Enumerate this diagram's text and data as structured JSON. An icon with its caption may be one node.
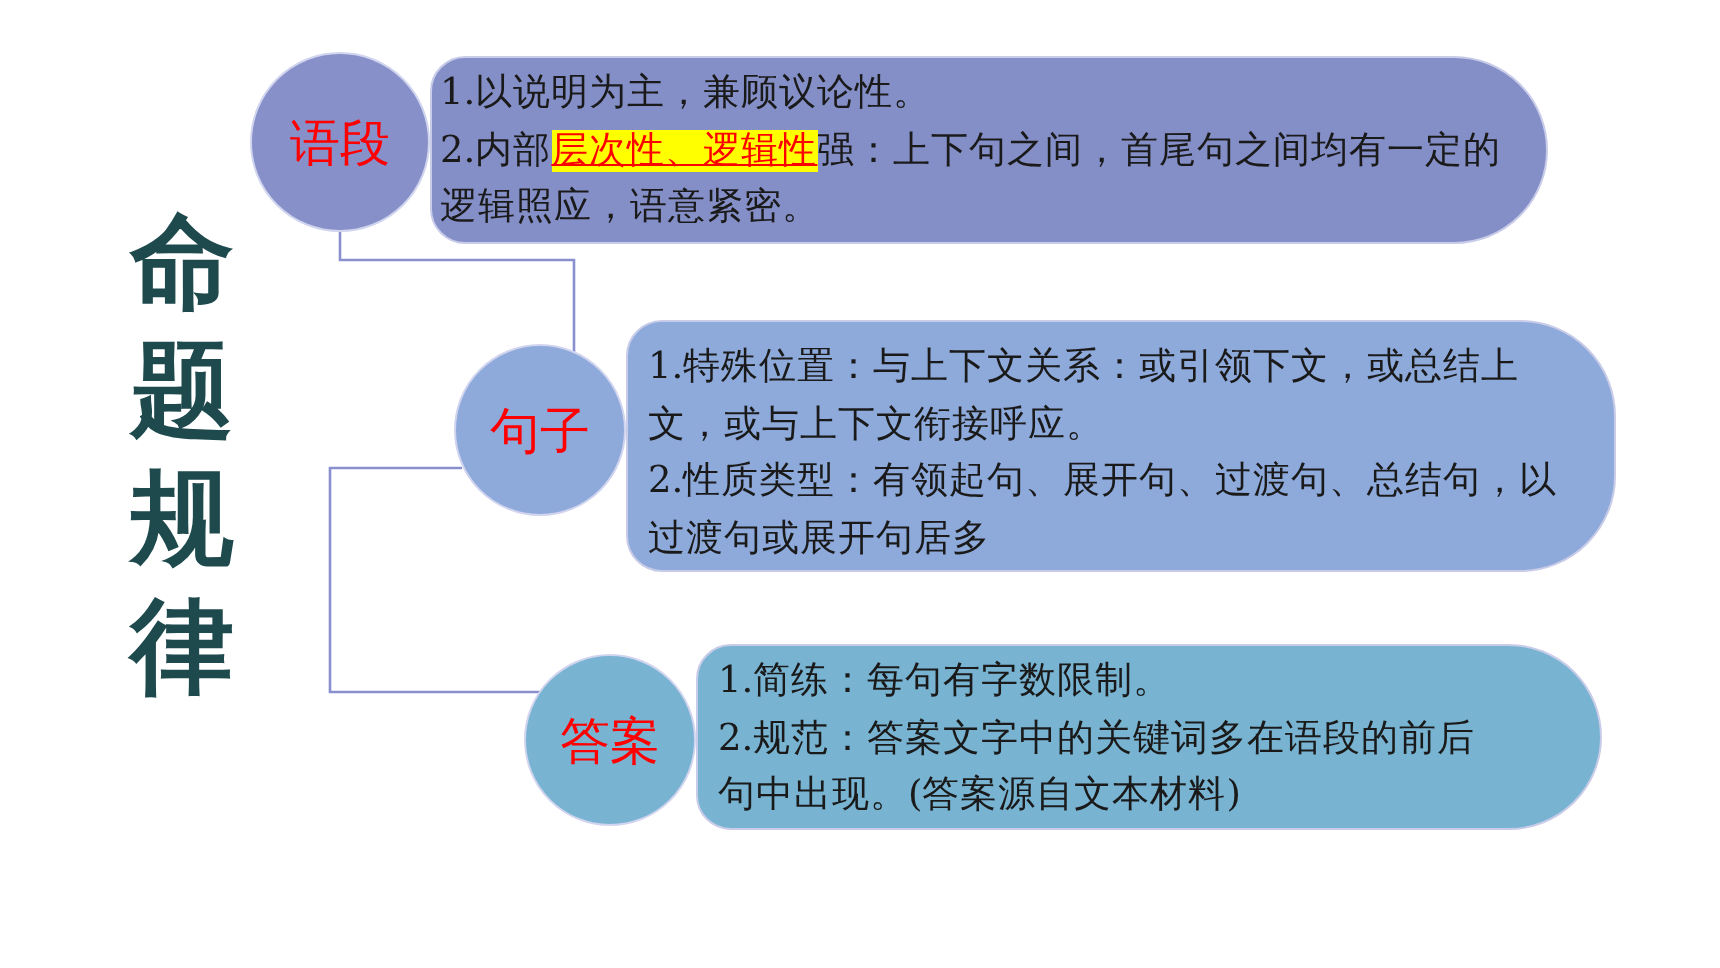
{
  "diagram": {
    "title": "命题规律",
    "nodes": [
      {
        "text": [
          "语段"
        ]
      },
      {
        "text": [
          "1.以说明为主，兼顾议论性。",
          "2.内部**层次性、逻辑性**强：上下句之间，首尾句之间均有一定的逻辑照应，语意紧密。"
        ]
      },
      {
        "text": [
          "句子"
        ]
      },
      {
        "text": [
          "1.特殊位置：与上下文关系：或引领下文，或总结上文，或与上下文衔接呼应。",
          "2.性质类型：有领起句、展开句、过渡句、总结句，以过渡句或展开句居多"
        ]
      },
      {
        "text": [
          "答案"
        ]
      },
      {
        "text": [
          "1.简练：每句有字数限制。",
          "2.规范：答案文字中的关键词多在语段的前后句中出现。(答案源自文本材料)"
        ]
      }
    ],
    "edges": [
      {
        "from": 0,
        "to": 2,
        "arrow": "none"
      },
      {
        "from": 2,
        "to": 4,
        "arrow": "none"
      }
    ]
  }
}
